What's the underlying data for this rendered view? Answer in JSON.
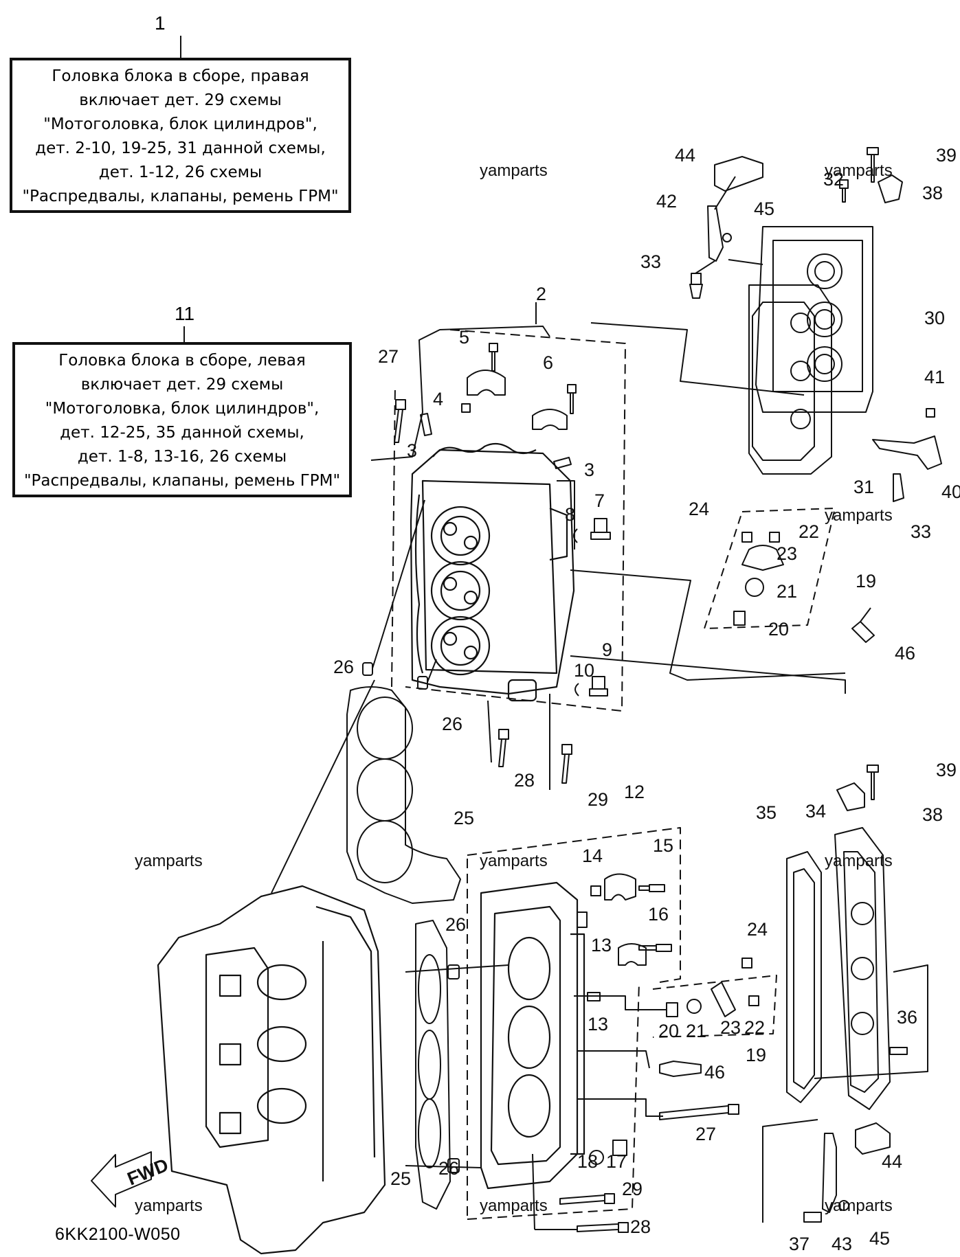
{
  "callouts": [
    {
      "number": "1",
      "lines": [
        "Головка блока в сборе, правая",
        "включает дет. 29 схемы",
        "\"Мотоголовка, блок цилиндров\",",
        "дет. 2-10, 19-25, 31 данной схемы,",
        "дет. 1-12, 26 схемы",
        "\"Распредвалы, клапаны, ремень ГРМ\""
      ]
    },
    {
      "number": "11",
      "lines": [
        "Головка блока в сборе, левая",
        "включает дет. 29 схемы",
        "\"Мотоголовка, блок цилиндров\",",
        "дет. 12-25, 35 данной схемы,",
        "дет. 1-8, 13-16, 26 схемы",
        "\"Распредвалы, клапаны, ремень ГРМ\""
      ]
    }
  ],
  "watermark": "yamparts",
  "diagram_code": "6KK2100-W050",
  "fwd_label": "FWD",
  "part_labels": [
    "44",
    "39",
    "32",
    "38",
    "42",
    "45",
    "33",
    "30",
    "2",
    "5",
    "27",
    "6",
    "4",
    "3",
    "3",
    "41",
    "40",
    "31",
    "7",
    "8",
    "24",
    "22",
    "33",
    "23",
    "21",
    "19",
    "20",
    "46",
    "9",
    "10",
    "26",
    "26",
    "28",
    "29",
    "25",
    "12",
    "39",
    "38",
    "35",
    "34",
    "15",
    "14",
    "16",
    "13",
    "26",
    "24",
    "13",
    "36",
    "20",
    "21",
    "23",
    "22",
    "19",
    "46",
    "27",
    "17",
    "18",
    "25",
    "26",
    "44",
    "29",
    "28",
    "37",
    "43",
    "45"
  ]
}
